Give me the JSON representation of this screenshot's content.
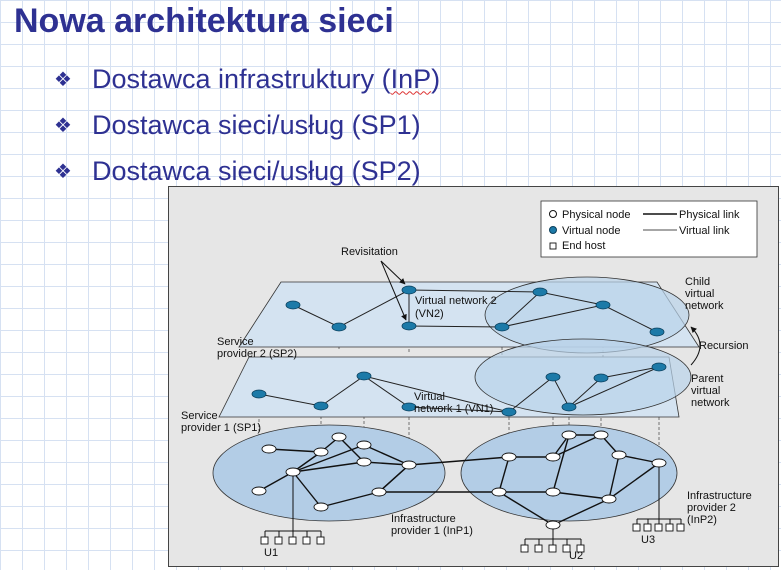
{
  "slide": {
    "title": "Nowa architektura sieci",
    "bullets": [
      {
        "prefix": "Dostawca infrastruktury (",
        "flagged": "InP",
        "suffix": ")"
      },
      {
        "prefix": "Dostawca sieci/usług (SP1)",
        "flagged": "",
        "suffix": ""
      },
      {
        "prefix": "Dostawca sieci/usług (SP2)",
        "flagged": "",
        "suffix": ""
      }
    ],
    "bullet_icon": "diamond-bullet-icon",
    "text_color": "#2e3192"
  },
  "figure": {
    "legend": {
      "physical_node": "Physical node",
      "physical_link": "Physical link",
      "virtual_node": "Virtual node",
      "virtual_link": "Virtual link",
      "end_host": "End host"
    },
    "labels": {
      "revisitation": "Revisitation",
      "vn2_line1": "Virtual network 2",
      "vn2_line2": "(VN2)",
      "child_line1": "Child",
      "child_line2": "virtual",
      "child_line3": "network",
      "recursion": "Recursion",
      "parent_line1": "Parent",
      "parent_line2": "virtual",
      "parent_line3": "network",
      "sp2_line1": "Service",
      "sp2_line2": "provider 2 (SP2)",
      "vn1_line1": "Virtual",
      "vn1_line2": "network 1 (VN1)",
      "sp1_line1": "Service",
      "sp1_line2": "provider 1 (SP1)",
      "inp1_line1": "Infrastructure",
      "inp1_line2": "provider 1 (InP1)",
      "inp2_line1": "Infrastructure",
      "inp2_line2": "provider 2",
      "inp2_line3": "(InP2)",
      "u1": "U1",
      "u2": "U2",
      "u3": "U3"
    },
    "colors": {
      "plane_fill": "#d4e3f1",
      "ellipse_fill": "#b3cde6",
      "virtual_node": "#1c7aa8",
      "background": "#e6e6e6"
    }
  }
}
